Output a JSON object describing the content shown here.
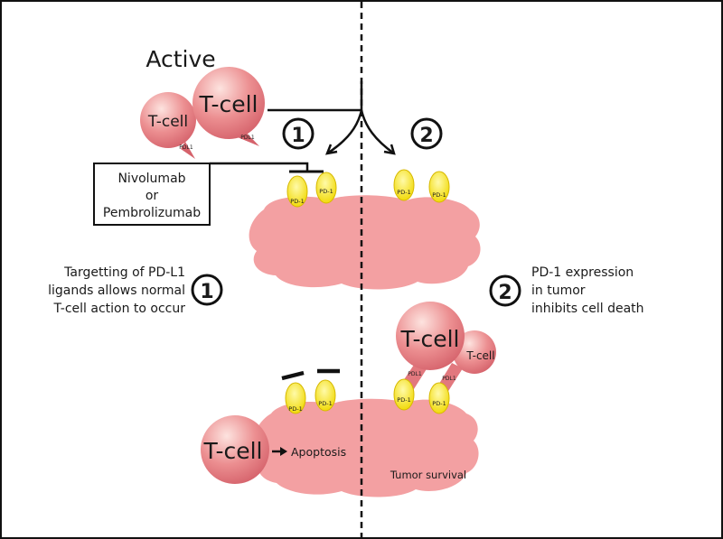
{
  "labels": {
    "active": "Active",
    "drug_line1": "Nivolumab",
    "drug_line2": "or",
    "drug_line3": "Pembrolizumab",
    "step1_number": "1",
    "step2_number": "2",
    "note1_line1": "Targetting of PD-L1",
    "note1_line2": "ligands allows normal",
    "note1_line3": "T-cell action to occur",
    "note2_line1": "PD-1 expression",
    "note2_line2": "in tumor",
    "note2_line3": "inhibits cell death",
    "tcell": "T-cell",
    "pdl1": "PDL1",
    "pd1": "PD-1",
    "apoptosis": "Apoptosis",
    "tumor_survival": "Tumor survival"
  },
  "colors": {
    "tcell_fill": "#e2787e",
    "tcell_highlight": "#fbd9d6",
    "tumor_fill": "#f3a0a2",
    "receptor_fill": "#f6ea2a",
    "receptor_stroke": "#c9a800",
    "line": "#111111"
  }
}
